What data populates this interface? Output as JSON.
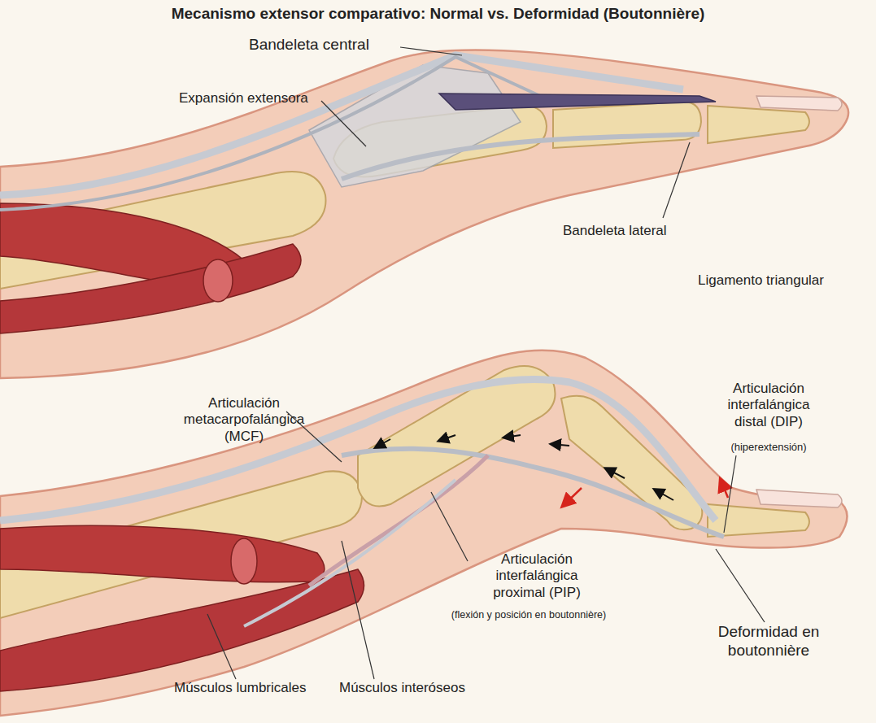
{
  "diagram": {
    "title": "Mecanismo extensor comparativo: Normal vs. Deformidad (Boutonnière)",
    "labels": [
      "Bandeleta central",
      "Expansión extensora",
      "Bandeleta lateral",
      "Ligamento triangular",
      "Articulación metacarpofalángica (MCF)",
      "Articulación interfalángica distal (DIP)",
      "(hiperextensión)",
      "Articulación interfalángica proximal (PIP)",
      "(flexión y posición en boutonnière)",
      "Deformidad en boutonnière",
      "Músculos lumbricales",
      "Músculos interóseos"
    ]
  }
}
